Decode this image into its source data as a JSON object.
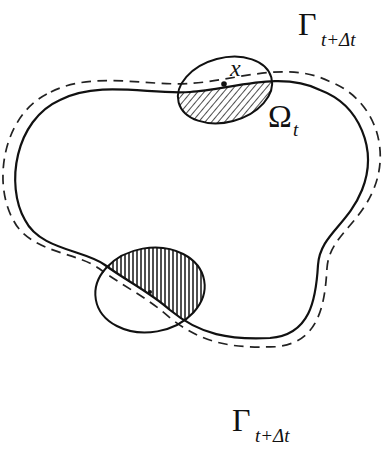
{
  "diagram": {
    "labels": [
      "Γ",
      "t+Δt",
      "x",
      "Ω",
      "t",
      "Γ",
      "t+Δt"
    ]
  }
}
